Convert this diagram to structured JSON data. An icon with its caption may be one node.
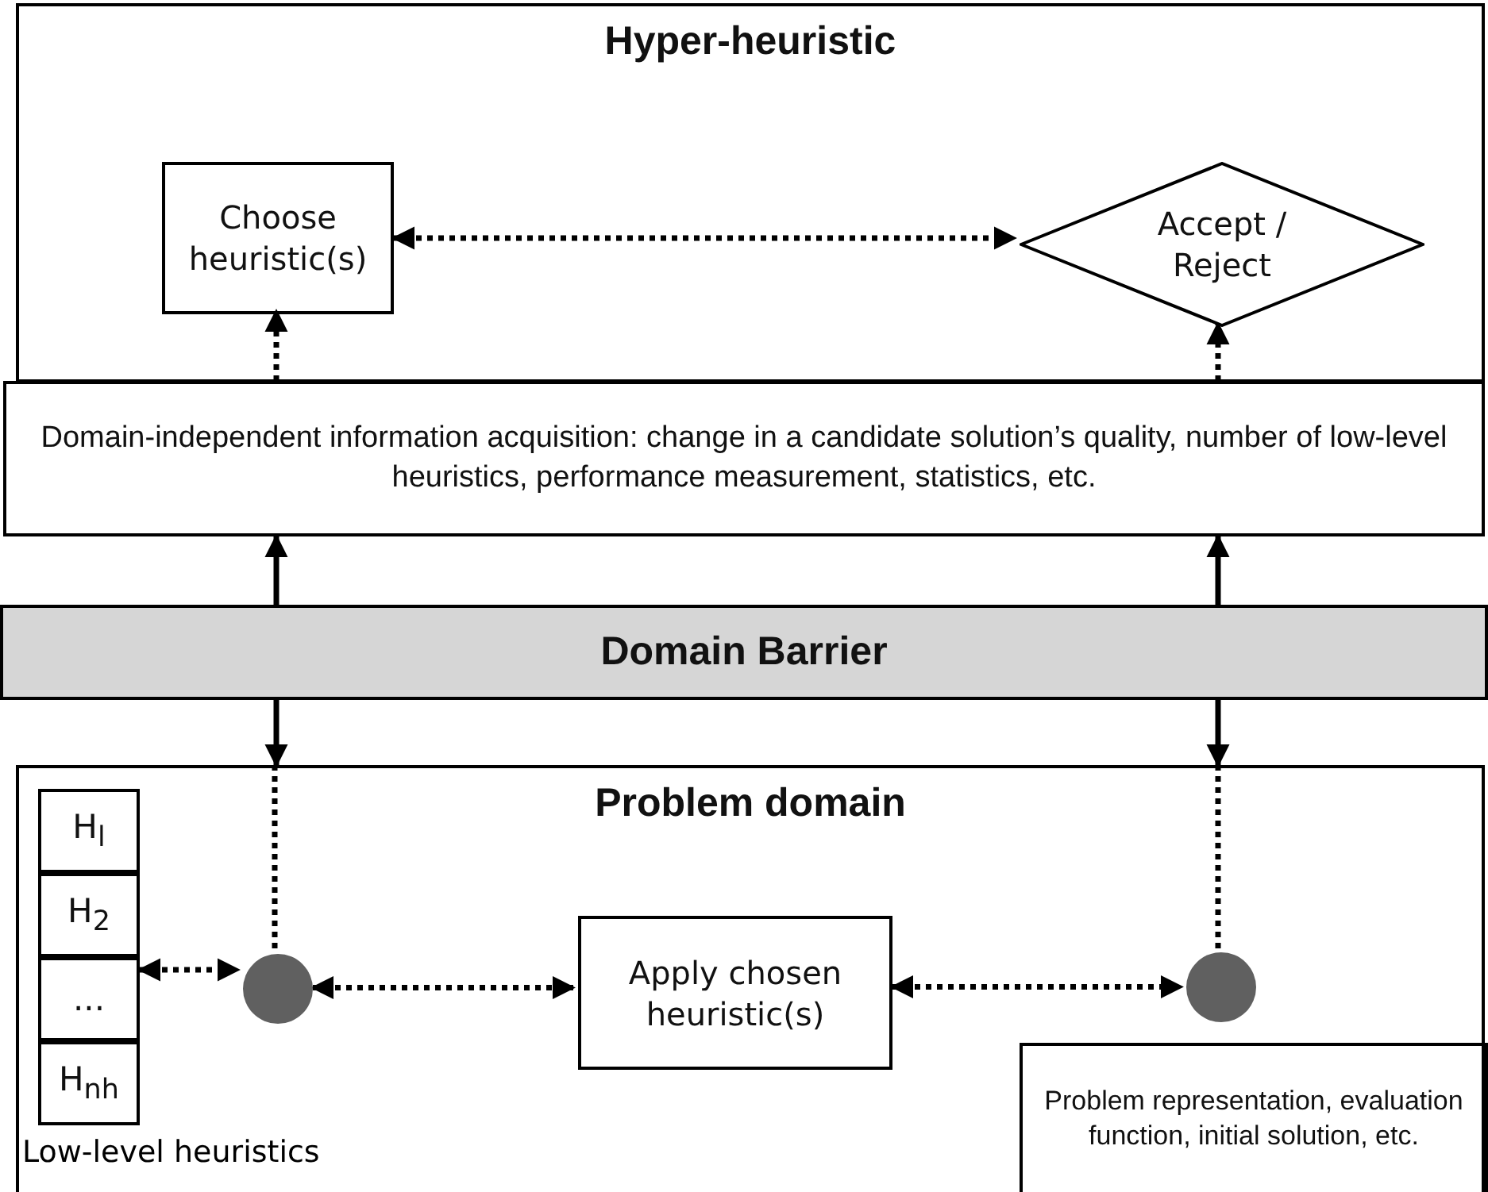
{
  "diagram": {
    "nodes": [
      {
        "text": [
          "Hyper-heuristic"
        ]
      },
      {
        "text": [
          "Choose heuristic(s)"
        ],
        "in": 0
      },
      {
        "text": [
          "Accept / Reject"
        ],
        "in": 0
      },
      {
        "text": [
          "Domain-independent information acquisition: change in a candidate solution’s quality, number of low-level heuristics, performance measurement, statistics, etc."
        ]
      },
      {
        "text": [
          "Domain Barrier"
        ]
      },
      {
        "text": [
          "Problem domain"
        ]
      },
      {
        "text": [],
        "shape": "box",
        "in": 5,
        "beside": [
          "Low-level heuristics"
        ]
      },
      {
        "text": [
          "H$_{l}$"
        ],
        "in": 6
      },
      {
        "text": [
          "H$_{2}$"
        ],
        "in": 6
      },
      {
        "text": [
          "..."
        ],
        "in": 6
      },
      {
        "text": [
          "H$_{n}$$_{h}$"
        ],
        "in": 6
      },
      {
        "text": [],
        "shape": "circle",
        "in": 5
      },
      {
        "text": [
          "Apply chosen heuristic(s)"
        ],
        "in": 5
      },
      {
        "text": [],
        "shape": "circle",
        "in": 5
      },
      {
        "text": [
          "Problem representation, evaluation function, initial solution, etc."
        ],
        "in": 5
      }
    ],
    "edges": [
      {
        "from": 1,
        "to": 2,
        "arrow": "both",
        "style": "dashed"
      },
      {
        "from": 3,
        "to": 1,
        "arrow": "to",
        "style": "dashed"
      },
      {
        "from": 3,
        "to": 2,
        "arrow": "to",
        "style": "dashed"
      },
      {
        "from": 4,
        "to": 3,
        "arrow": "to"
      },
      {
        "from": 4,
        "to": 3,
        "arrow": "to"
      },
      {
        "from": 4,
        "to": 5,
        "arrow": "to"
      },
      {
        "from": 4,
        "to": 5,
        "arrow": "to"
      },
      {
        "from": 5,
        "to": 11,
        "arrow": "none",
        "style": "dashed"
      },
      {
        "from": 5,
        "to": 13,
        "arrow": "none",
        "style": "dashed"
      },
      {
        "from": 6,
        "to": 11,
        "arrow": "both",
        "style": "dashed"
      },
      {
        "from": 11,
        "to": 12,
        "arrow": "both",
        "style": "dashed"
      },
      {
        "from": 12,
        "to": 13,
        "arrow": "both",
        "style": "dashed"
      }
    ]
  }
}
